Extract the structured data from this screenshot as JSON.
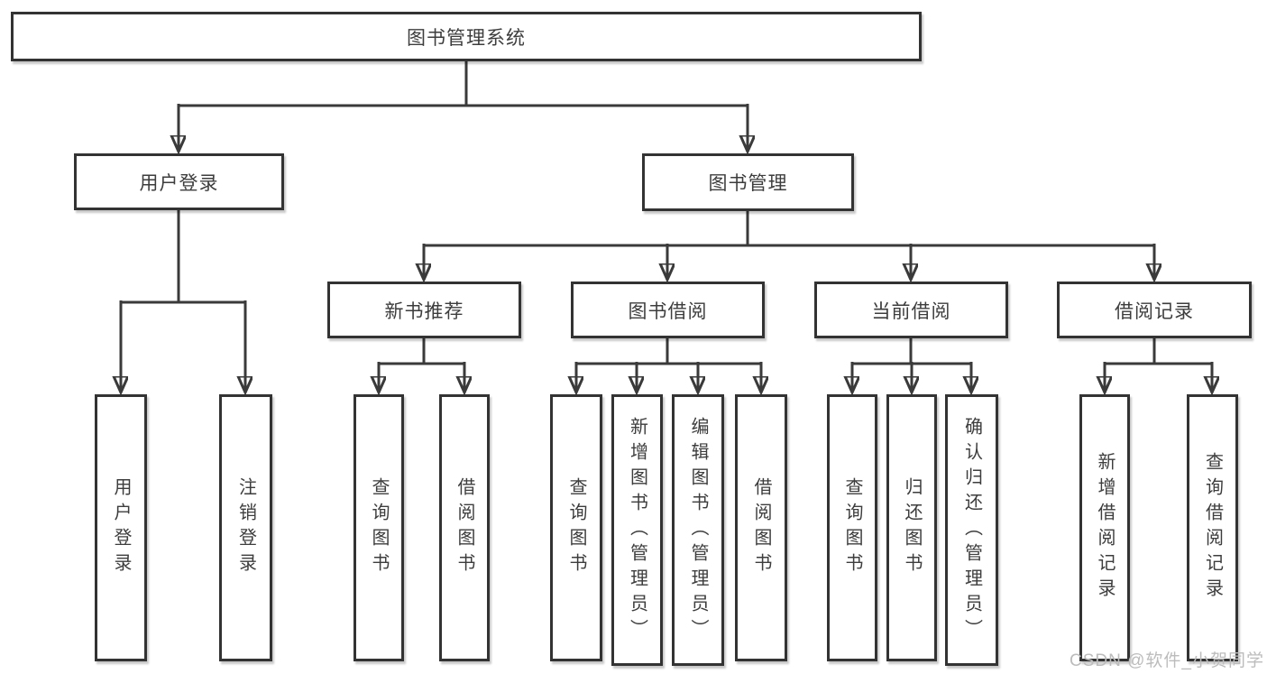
{
  "nodes": {
    "root": "图书管理系统",
    "user_login": "用户登录",
    "book_management": "图书管理",
    "new_book_recommend": "新书推荐",
    "book_borrow": "图书借阅",
    "current_borrow": "当前借阅",
    "borrow_records": "借阅记录",
    "a1": "用户登录",
    "a2": "注销登录",
    "b1": "查询图书",
    "b2": "借阅图书",
    "c1": "查询图书",
    "c2": "新增图书（管理员）",
    "c3": "编辑图书（管理员）",
    "c4": "借阅图书",
    "d1": "查询图书",
    "d2": "归还图书",
    "d3": "确认归还（管理员）",
    "e1": "新增借阅记录",
    "e2": "查询借阅记录"
  },
  "watermark": "CSDN @软件_小贺同学",
  "colors": {
    "line": "#3a3a3a",
    "box_border": "#333333",
    "text": "#3d3d3d",
    "watermark": "#bcbcbc",
    "background": "#ffffff"
  }
}
